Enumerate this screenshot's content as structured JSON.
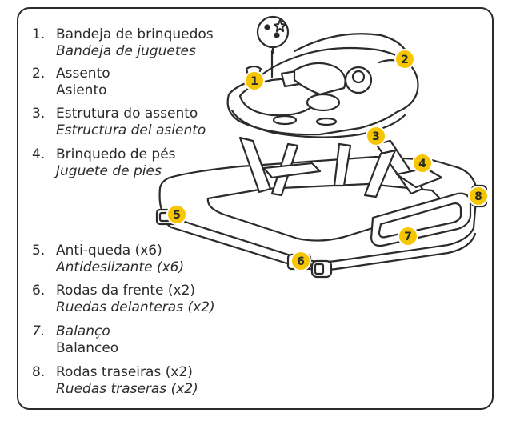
{
  "legend": [
    {
      "n": "1.",
      "pt": "Bandeja de brinquedos",
      "es": "Bandeja de juguetes",
      "pt_italic": false,
      "es_italic": true
    },
    {
      "n": "2.",
      "pt": "Assento",
      "es": "Asiento",
      "pt_italic": false,
      "es_italic": false
    },
    {
      "n": "3.",
      "pt": "Estrutura do assento",
      "es": "Estructura del asiento",
      "pt_italic": false,
      "es_italic": true
    },
    {
      "n": "4.",
      "pt": "Brinquedo de pés",
      "es": "Juguete de pies",
      "pt_italic": false,
      "es_italic": true
    },
    {
      "n": "5.",
      "pt": "Anti-queda (x6)",
      "es": "Antideslizante (x6)",
      "pt_italic": false,
      "es_italic": true
    },
    {
      "n": "6.",
      "pt": "Rodas da frente (x2)",
      "es": "Ruedas delanteras (x2)",
      "pt_italic": false,
      "es_italic": true
    },
    {
      "n": "7.",
      "pt": "Balanço",
      "es": "Balanceo",
      "pt_italic": true,
      "es_italic": false
    },
    {
      "n": "8.",
      "pt": "Rodas traseiras (x2)",
      "es": "Ruedas traseras (x2)",
      "pt_italic": false,
      "es_italic": true
    }
  ],
  "badges": [
    "1",
    "2",
    "3",
    "4",
    "5",
    "6",
    "7",
    "8"
  ],
  "colors": {
    "badge": "#f6c700",
    "stroke": "#2b2b2b",
    "background": "#ffffff"
  }
}
